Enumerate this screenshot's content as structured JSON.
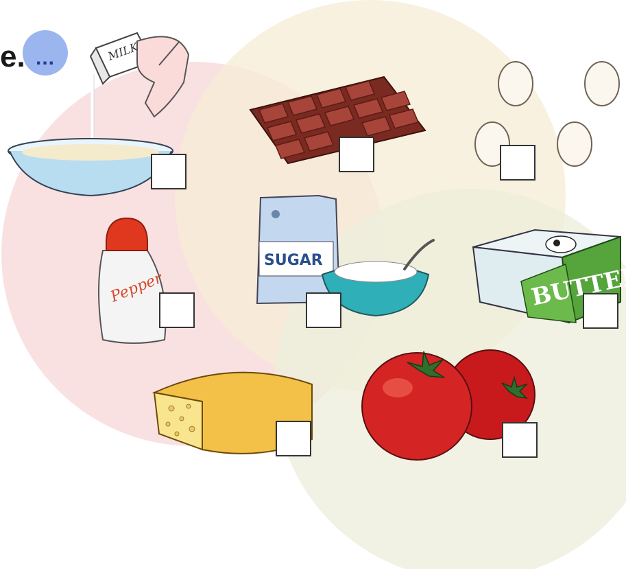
{
  "heading": {
    "text_fragment": "e.",
    "more_button_label": "..."
  },
  "items": [
    {
      "name": "milk and bowl",
      "label": "MILK",
      "checked": false
    },
    {
      "name": "chocolate",
      "checked": false
    },
    {
      "name": "eggs",
      "checked": false
    },
    {
      "name": "pepper",
      "label": "Pepper",
      "checked": false
    },
    {
      "name": "sugar",
      "label": "SUGAR",
      "checked": false
    },
    {
      "name": "butter",
      "label": "BUTTER",
      "checked": false
    },
    {
      "name": "cheese",
      "checked": false
    },
    {
      "name": "tomatoes",
      "checked": false
    }
  ],
  "colors": {
    "circle_pink": "#f8dcdc",
    "circle_yellow": "#f7efdc",
    "circle_green": "#eef0de",
    "button_blue": "#9bb6ee"
  }
}
